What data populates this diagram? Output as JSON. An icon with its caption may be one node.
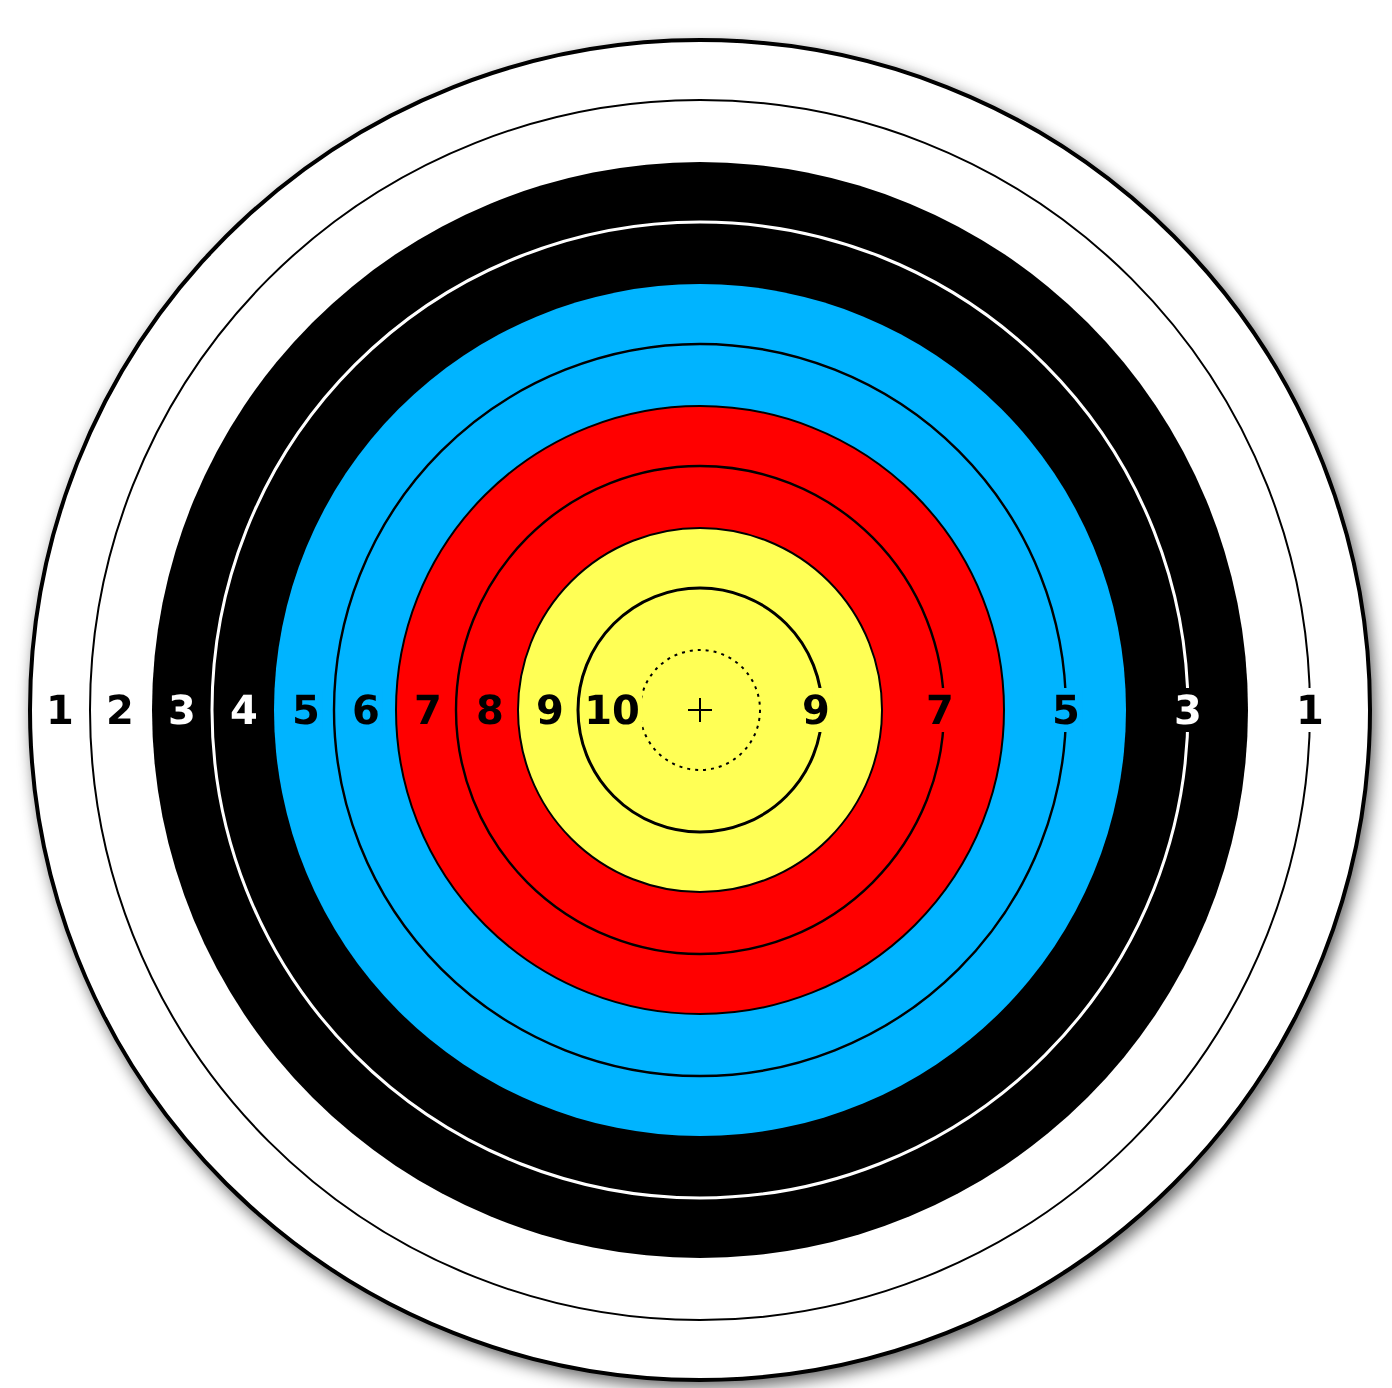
{
  "diagram": {
    "labels": [
      "1",
      "2",
      "3",
      "4",
      "5",
      "6",
      "7",
      "8",
      "9",
      "10",
      "9",
      "7",
      "5",
      "3",
      "1"
    ]
  }
}
